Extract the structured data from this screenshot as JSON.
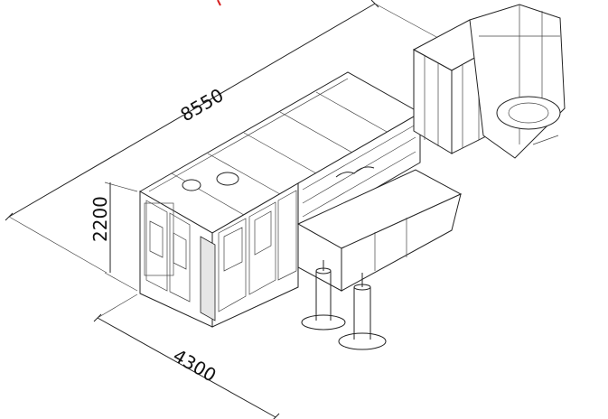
{
  "dimensions": {
    "length": "8550",
    "height": "2200",
    "width": "4300"
  },
  "colors": {
    "line": "#222222",
    "accent_mark": "#d62020"
  }
}
